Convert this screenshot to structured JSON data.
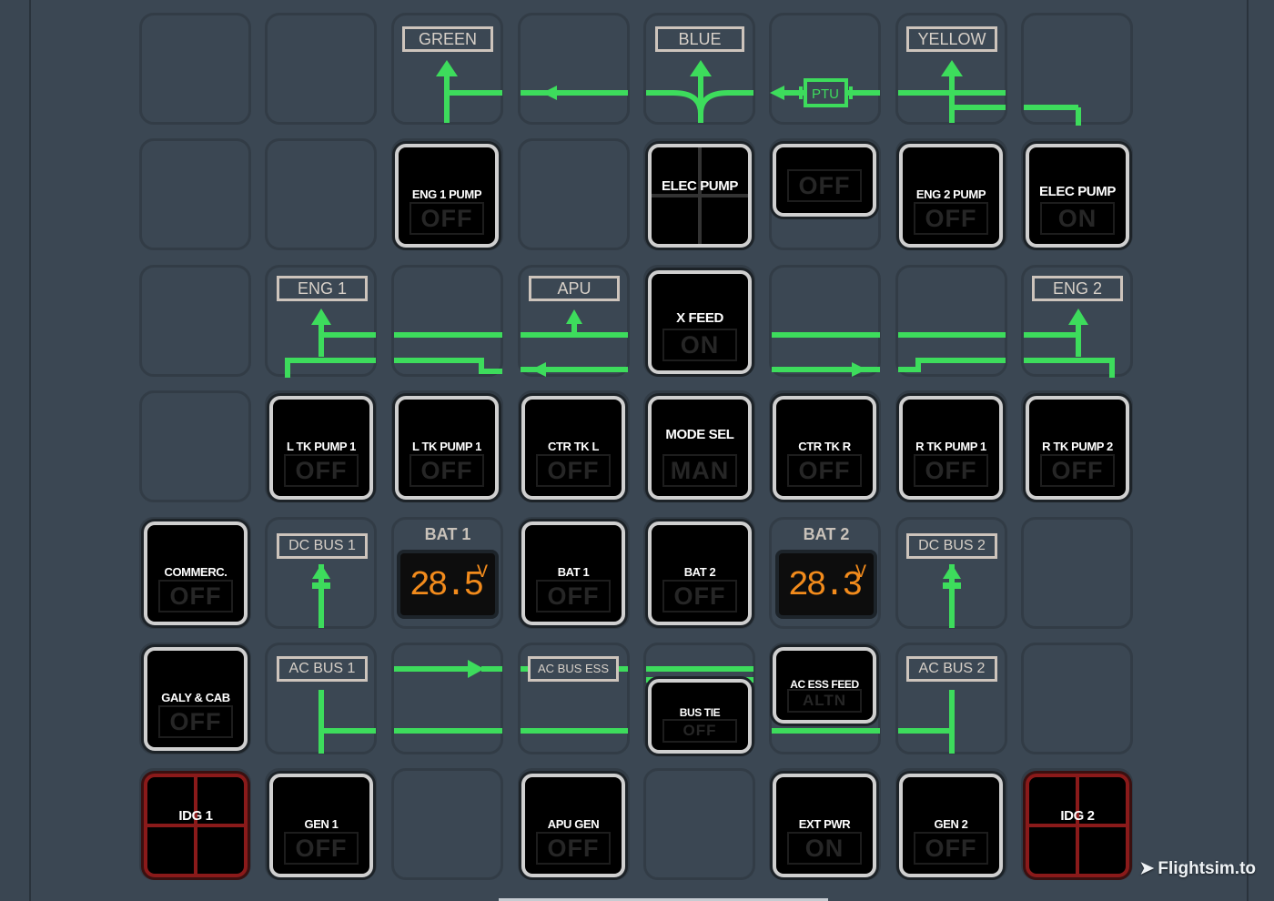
{
  "hydraulic": {
    "green": "GREEN",
    "blue": "BLUE",
    "yellow": "YELLOW",
    "ptu": "PTU",
    "eng1_pump": {
      "label": "ENG 1 PUMP",
      "status": "OFF"
    },
    "elec_pump_blue": {
      "label": "ELEC PUMP"
    },
    "ptu_button": {
      "status": "OFF"
    },
    "eng2_pump": {
      "label": "ENG 2 PUMP",
      "status": "OFF"
    },
    "elec_pump_yellow": {
      "label": "ELEC PUMP",
      "status": "ON"
    }
  },
  "fuel": {
    "eng1": "ENG 1",
    "apu": "APU",
    "eng2": "ENG 2",
    "x_feed": {
      "label": "X FEED",
      "status": "ON"
    },
    "l_tk_pump_1": {
      "label": "L TK PUMP 1",
      "status": "OFF"
    },
    "l_tk_pump_2": {
      "label": "L TK PUMP 1",
      "status": "OFF"
    },
    "ctr_tk_l": {
      "label": "CTR TK L",
      "status": "OFF"
    },
    "mode_sel": {
      "label": "MODE SEL",
      "status": "MAN"
    },
    "ctr_tk_r": {
      "label": "CTR TK R",
      "status": "OFF"
    },
    "r_tk_pump_1": {
      "label": "R TK PUMP 1",
      "status": "OFF"
    },
    "r_tk_pump_2": {
      "label": "R TK PUMP 2",
      "status": "OFF"
    }
  },
  "electrical": {
    "commerc": {
      "label": "COMMERC.",
      "status": "OFF"
    },
    "dc_bus_1": "DC BUS 1",
    "bat1_display": {
      "title": "BAT 1",
      "value": "28.5",
      "unit": "V"
    },
    "bat1_button": {
      "label": "BAT 1",
      "status": "OFF"
    },
    "bat2_button": {
      "label": "BAT 2",
      "status": "OFF"
    },
    "bat2_display": {
      "title": "BAT 2",
      "value": "28.3",
      "unit": "V"
    },
    "dc_bus_2": "DC BUS 2",
    "galy_cab": {
      "label": "GALY & CAB",
      "status": "OFF"
    },
    "ac_bus_1": "AC BUS 1",
    "ac_bus_ess": "AC BUS ESS",
    "bus_tie": {
      "label": "BUS TIE",
      "status": "OFF"
    },
    "ac_ess_feed": {
      "label": "AC ESS FEED",
      "status": "ALTN"
    },
    "ac_bus_2": "AC BUS 2",
    "idg1": {
      "label": "IDG 1"
    },
    "gen1": {
      "label": "GEN 1",
      "status": "OFF"
    },
    "apu_gen": {
      "label": "APU GEN",
      "status": "OFF"
    },
    "ext_pwr": {
      "label": "EXT PWR",
      "status": "ON"
    },
    "gen2": {
      "label": "GEN 2",
      "status": "OFF"
    },
    "idg2": {
      "label": "IDG 2"
    }
  },
  "brand": "Flightsim.to",
  "colors": {
    "line": "#3ddc5c",
    "panel": "#3b4753",
    "battery": "#f28b1c",
    "fault": "#8a1a1a"
  }
}
